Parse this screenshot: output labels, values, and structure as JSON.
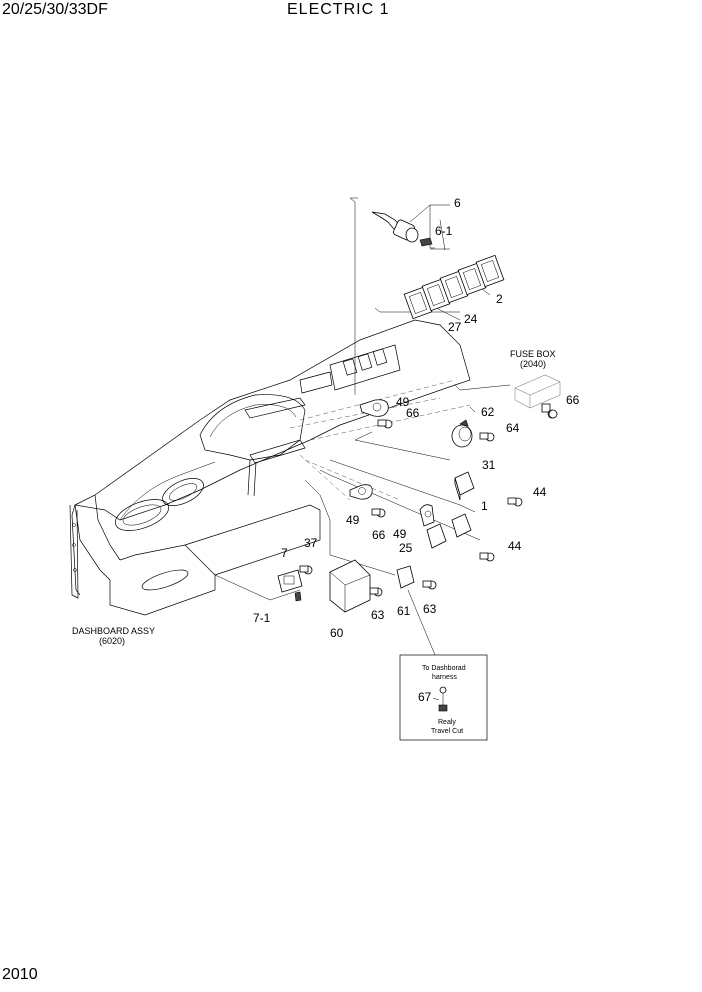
{
  "header": {
    "model": "20/25/30/33DF",
    "title": "ELECTRIC 1"
  },
  "footer": {
    "page_number": "2010"
  },
  "callouts": {
    "p6": "6",
    "p6_1": "6-1",
    "p2": "2",
    "p24": "24",
    "p27": "27",
    "p49a": "49",
    "p66a": "66",
    "p62": "62",
    "p64": "64",
    "p66b": "66",
    "p31": "31",
    "p44a": "44",
    "p1": "1",
    "p44b": "44",
    "p49b": "49",
    "p66c": "66",
    "p49c": "49",
    "p25": "25",
    "p37": "37",
    "p7": "7",
    "p7_1": "7-1",
    "p60": "60",
    "p63a": "63",
    "p61": "61",
    "p63b": "63",
    "p67": "67"
  },
  "references": {
    "fuse_box": "FUSE BOX",
    "fuse_box_ref": "(2040)",
    "dashboard": "DASHBOARD ASSY",
    "dashboard_ref": "(6020)"
  },
  "detail_box": {
    "line1": "To Dashborad",
    "line2": "harness",
    "line3": "Realy",
    "line4": "Travel Cut"
  }
}
